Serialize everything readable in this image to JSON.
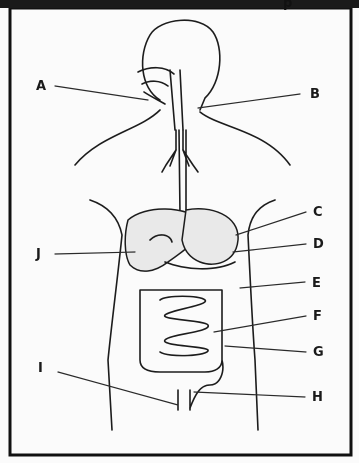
{
  "header_fragment": "p",
  "labels": {
    "A": "A",
    "B": "B",
    "C": "C",
    "D": "D",
    "E": "E",
    "F": "F",
    "G": "G",
    "H": "H",
    "I": "I",
    "J": "J"
  }
}
